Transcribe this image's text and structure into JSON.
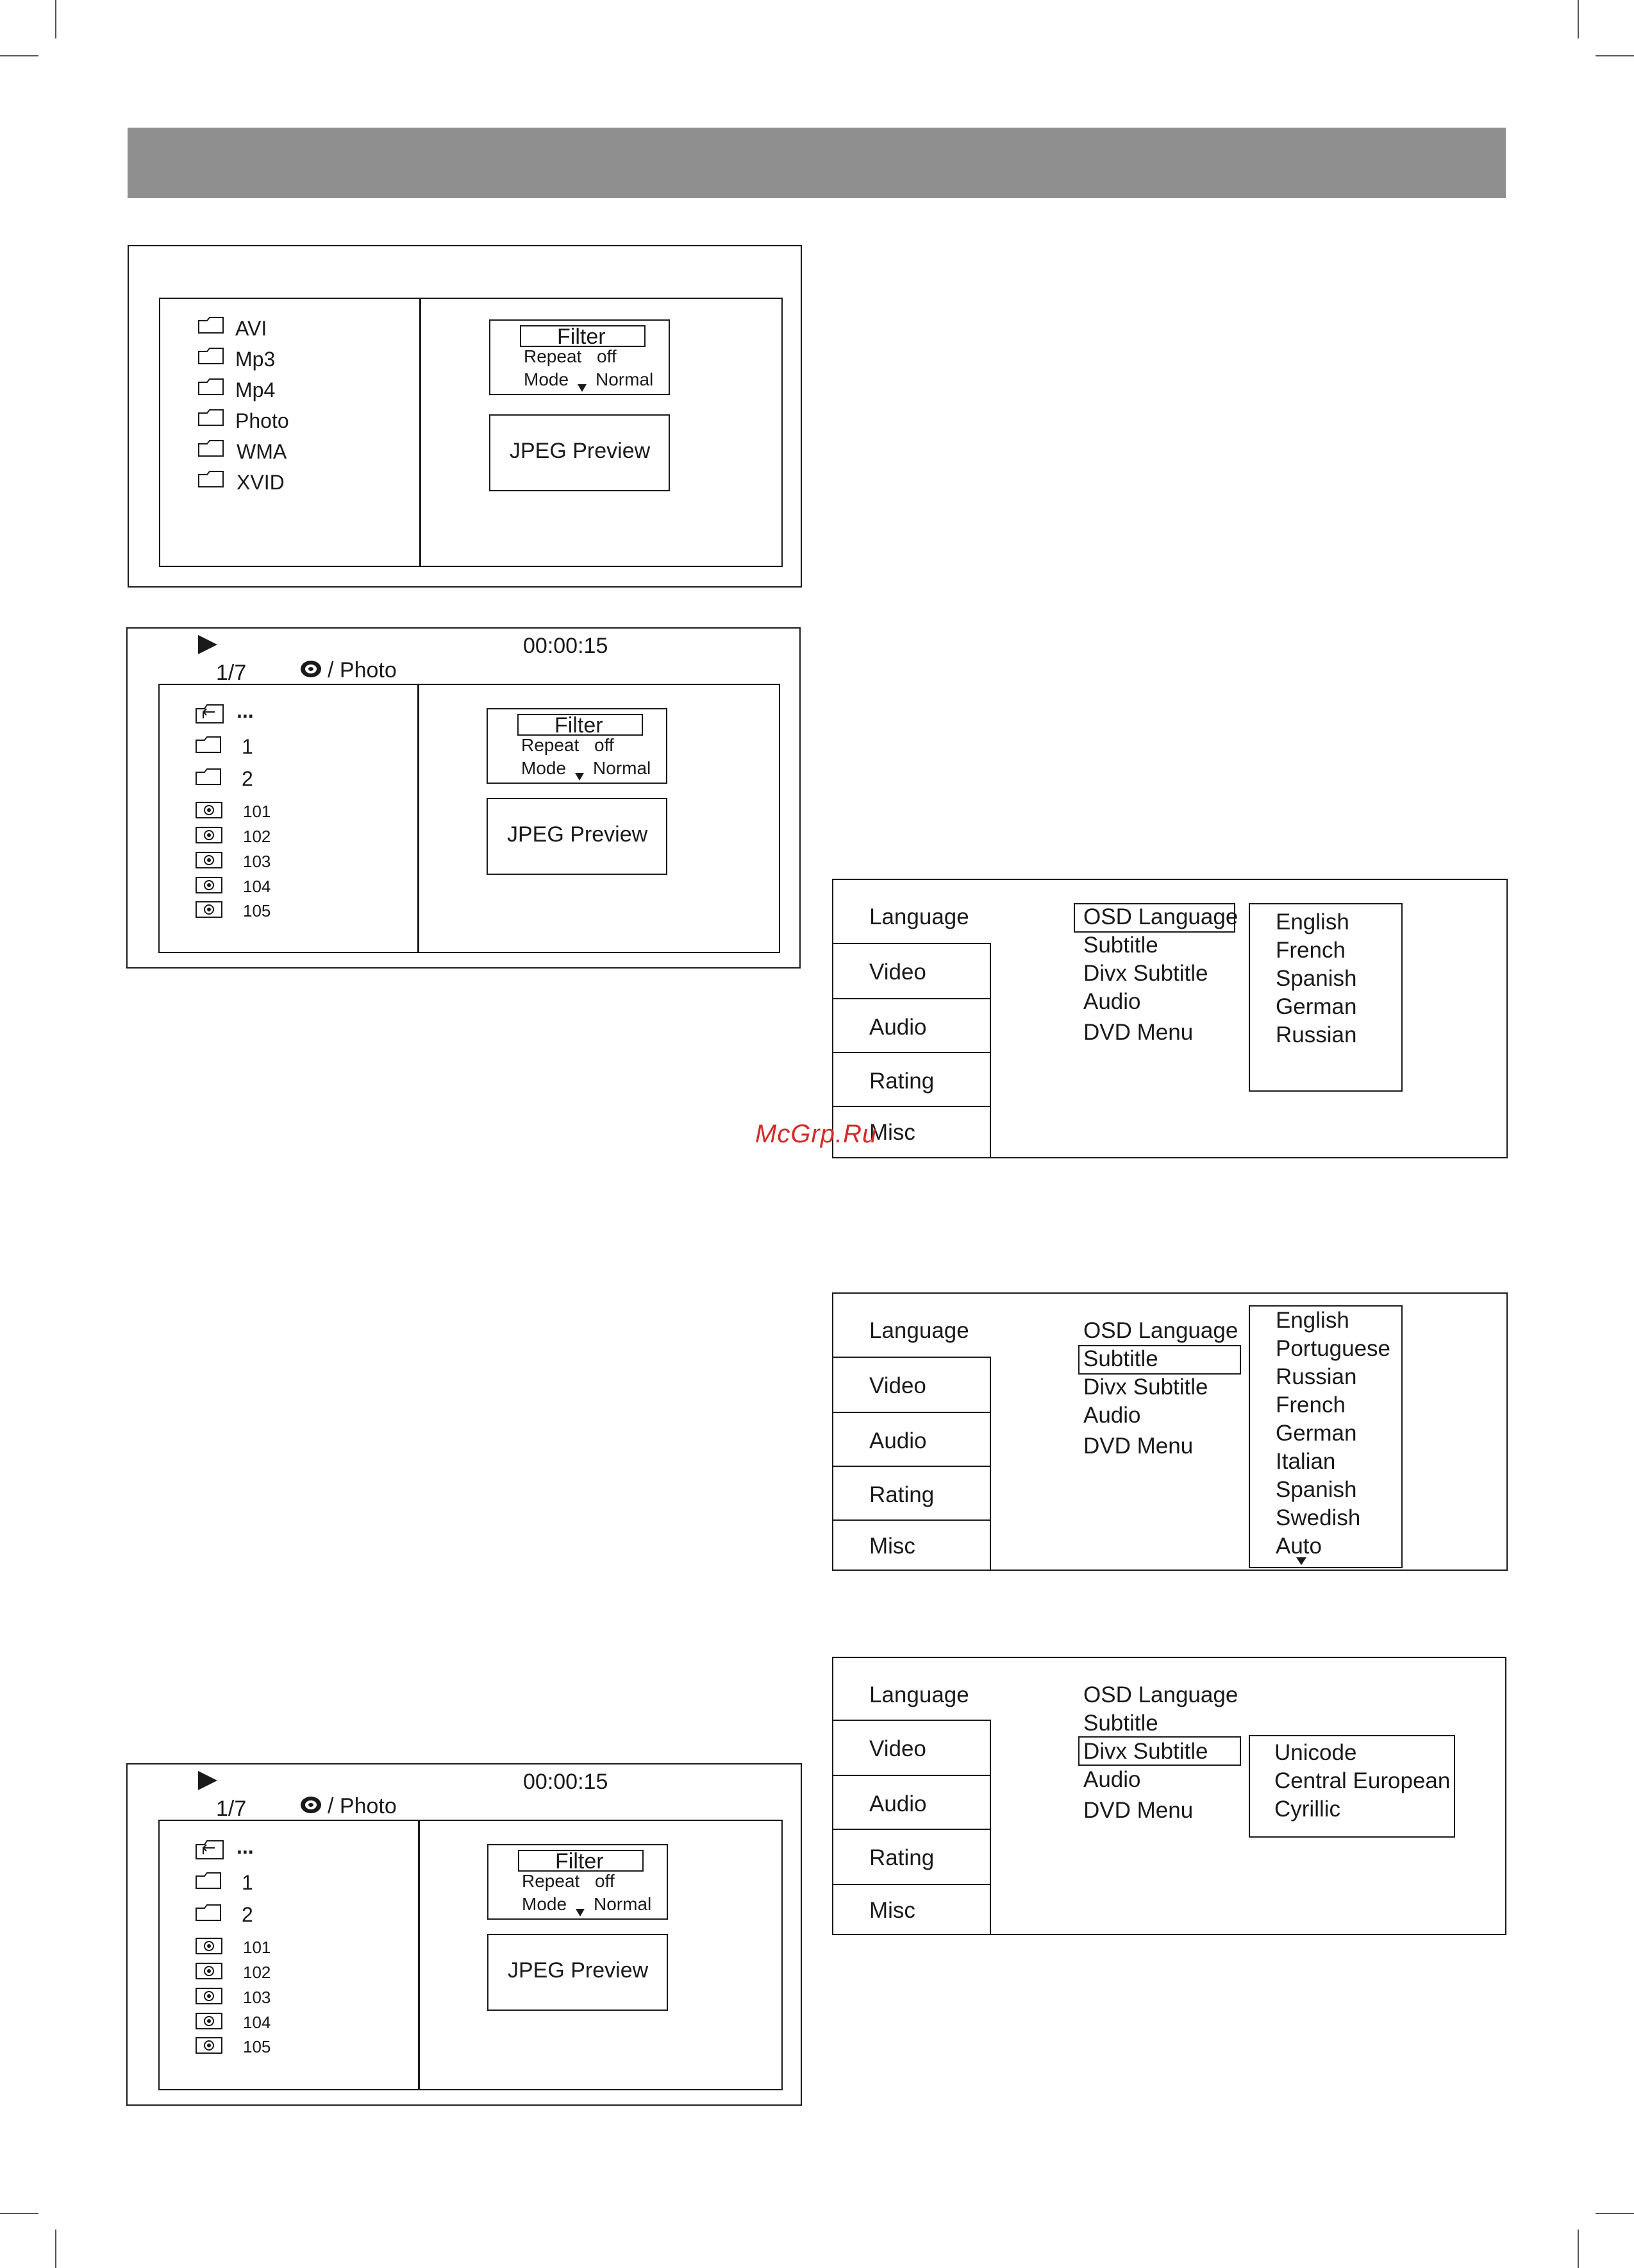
{
  "panel1": {
    "folders": [
      "AVI",
      "Mp3",
      "Mp4",
      "Photo",
      "WMA",
      "XVID"
    ],
    "filter": {
      "title": "Filter",
      "repeat_label": "Repeat",
      "repeat_value": "off",
      "mode_label": "Mode",
      "mode_value": "Normal"
    },
    "preview": "JPEG Preview"
  },
  "panel2": {
    "time": "00:00:15",
    "track": "1/7",
    "path": "/ Photo",
    "back": "...",
    "folders": [
      "1",
      "2"
    ],
    "photos": [
      "101",
      "102",
      "103",
      "104",
      "105"
    ],
    "filter": {
      "title": "Filter",
      "repeat_label": "Repeat",
      "repeat_value": "off",
      "mode_label": "Mode",
      "mode_value": "Normal"
    },
    "preview": "JPEG Preview"
  },
  "panel3": {
    "time": "00:00:15",
    "track": "1/7",
    "path": "/ Photo",
    "back": "...",
    "folders": [
      "1",
      "2"
    ],
    "photos": [
      "101",
      "102",
      "103",
      "104",
      "105"
    ],
    "filter": {
      "title": "Filter",
      "repeat_label": "Repeat",
      "repeat_value": "off",
      "mode_label": "Mode",
      "mode_value": "Normal"
    },
    "preview": "JPEG Preview"
  },
  "tabs": [
    "Language",
    "Video",
    "Audio",
    "Rating",
    "Misc"
  ],
  "menu_items": [
    "OSD Language",
    "Subtitle",
    "Divx Subtitle",
    "Audio",
    "DVD Menu"
  ],
  "setup1": {
    "selected": "OSD Language",
    "options": [
      "English",
      "French",
      "Spanish",
      "German",
      "Russian"
    ]
  },
  "setup2": {
    "selected": "Subtitle",
    "options": [
      "English",
      "Portuguese",
      "Russian",
      "French",
      "German",
      "Italian",
      "Spanish",
      "Swedish",
      "Auto"
    ]
  },
  "setup3": {
    "selected": "Divx Subtitle",
    "options": [
      "Unicode",
      "Central European",
      "Cyrillic"
    ]
  },
  "watermark": "McGrp.Ru"
}
